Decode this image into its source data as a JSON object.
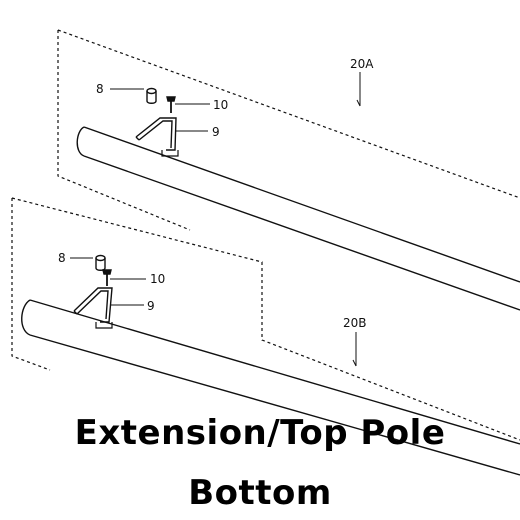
{
  "diagram": {
    "upper_assembly": {
      "assembly_label": "20A",
      "cap_label": "8",
      "screw_label": "10",
      "bracket_label": "9"
    },
    "lower_assembly": {
      "assembly_label": "20B",
      "cap_label": "8",
      "screw_label": "10",
      "bracket_label": "9"
    }
  },
  "caption": {
    "line1": "Extension/Top Pole",
    "line2": "Bottom"
  },
  "colors": {
    "line": "#111111",
    "background": "#ffffff"
  }
}
